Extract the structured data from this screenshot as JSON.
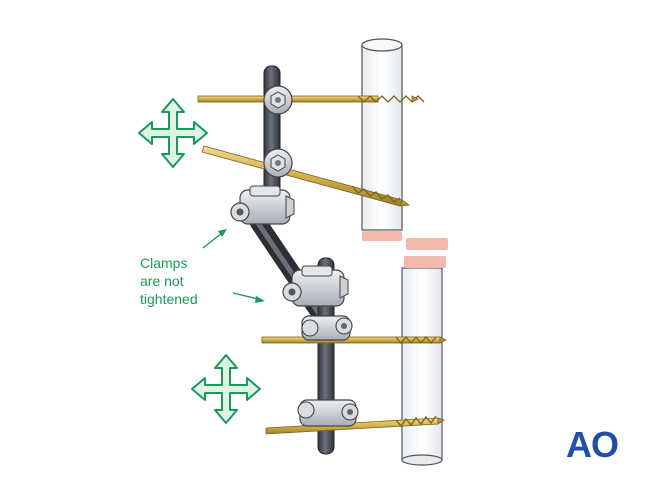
{
  "annotation": {
    "lines": [
      "Clamps",
      "are not",
      "tightened"
    ]
  },
  "logo": {
    "text": "AO"
  },
  "icons": {
    "move_arrows_top": "four-way-arrow-icon",
    "move_arrows_bottom": "four-way-arrow-icon"
  },
  "colors": {
    "accent_green": "#1a9a56",
    "arrow_fill": "#dff3e6",
    "rod": "#4b5058",
    "pin": "#d4b24a",
    "clamp": "#c9cdd4",
    "fracture_marks": "#f4b9ad",
    "logo": "#1f4fa8"
  }
}
